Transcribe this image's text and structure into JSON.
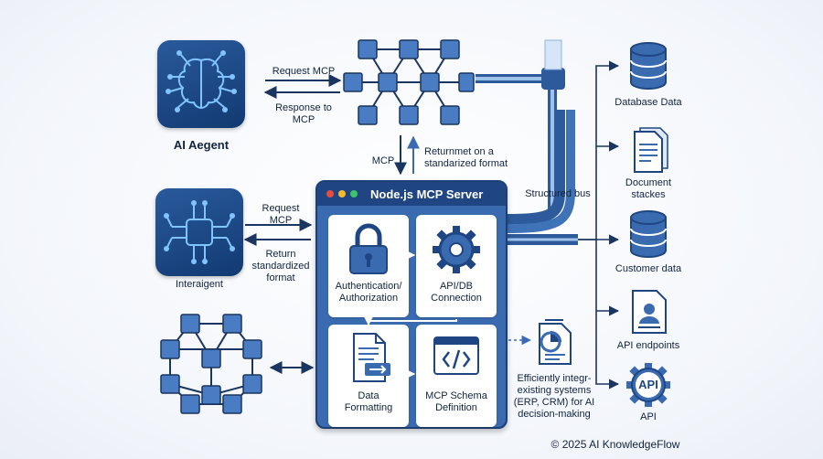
{
  "agents": {
    "top_label": "AI Aegent",
    "bottom_label": "Interaigent"
  },
  "flows": {
    "request_top": "Request MCP",
    "response_top": "Response to\nMCP",
    "mcp_down": "MCP",
    "return_up": "Returnmet on a\nstandarized format",
    "request_mid": "Request\nMCP",
    "return_mid": "Return\nstandardized\nformat",
    "structured_bus": "Structured bus"
  },
  "server": {
    "title": "Node.js MCP Server",
    "cards": [
      {
        "label": "Authentication/\nAuthorization",
        "icon": "lock-icon"
      },
      {
        "label": "API/DB\nConnection",
        "icon": "gear-icon"
      },
      {
        "label": "Data\nFormatting",
        "icon": "document-icon"
      },
      {
        "label": "MCP Schema\nDefinition",
        "icon": "code-window-icon"
      }
    ]
  },
  "report": {
    "caption": "Efficiently integr-\nexisting systems\n(ERP, CRM) for AI\ndecision-making",
    "icon": "chart-report-icon"
  },
  "resources": [
    {
      "label": "Database Data",
      "icon": "database-icon"
    },
    {
      "label": "Document\nstackes",
      "icon": "document-stack-icon"
    },
    {
      "label": "Customer data",
      "icon": "database-icon"
    },
    {
      "label": "API endpoints",
      "icon": "profile-card-icon"
    },
    {
      "label": "API",
      "icon": "api-gear-icon",
      "badge": "API"
    }
  ],
  "footer": {
    "copyright": "© 2025 AI KnowledgeFlow"
  },
  "colors": {
    "primary": "#1f4682",
    "accent": "#3a6bb0",
    "cube": "#4a7cc4",
    "line": "#1a3560"
  }
}
